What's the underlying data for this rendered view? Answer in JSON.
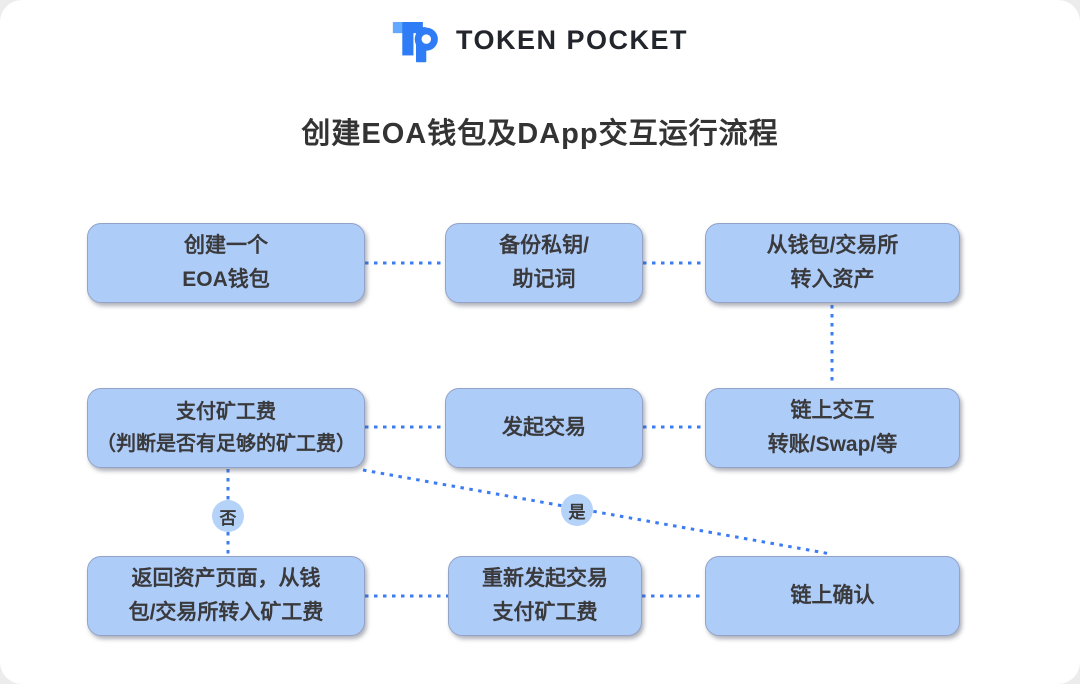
{
  "brand": {
    "monogram": "TP",
    "name": "TOKEN POCKET"
  },
  "title": "创建EOA钱包及DApp交互运行流程",
  "flow": {
    "nodes": [
      {
        "id": "create-eoa-wallet",
        "lines": [
          "创建一个",
          "EOA钱包"
        ]
      },
      {
        "id": "backup-private-key",
        "lines": [
          "备份私钥/",
          "助记词"
        ]
      },
      {
        "id": "transfer-in-assets",
        "lines": [
          "从钱包/交易所",
          "转入资产"
        ]
      },
      {
        "id": "pay-miner-fee",
        "lines": [
          "支付矿工费",
          "（判断是否有足够的矿工费）"
        ]
      },
      {
        "id": "initiate-transaction",
        "lines": [
          "发起交易"
        ]
      },
      {
        "id": "onchain-interaction",
        "lines": [
          "链上交互",
          "转账/Swap/等"
        ]
      },
      {
        "id": "return-asset-page",
        "lines": [
          "返回资产页面，从钱",
          "包/交易所转入矿工费"
        ]
      },
      {
        "id": "re-initiate-transaction",
        "lines": [
          "重新发起交易",
          "支付矿工费"
        ]
      },
      {
        "id": "onchain-confirm",
        "lines": [
          "链上确认"
        ]
      }
    ],
    "labels": {
      "no": "否",
      "yes": "是"
    }
  },
  "colors": {
    "accent_blue": "#3b7cf5",
    "node_fill": "#aeccf8",
    "node_border": "#93a3c8",
    "text": "#3a3a3c",
    "brand_blue": "#2e7cf6",
    "brand_blue_light": "#62a9ff"
  }
}
